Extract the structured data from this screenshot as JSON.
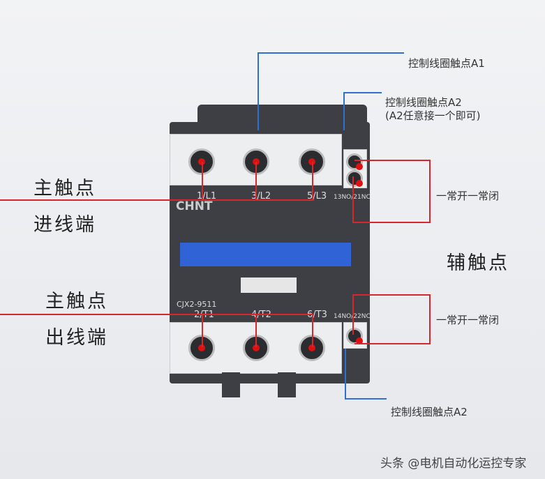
{
  "labels": {
    "a1": "控制线圈触点A1",
    "a2_top": "控制线圈触点A2",
    "a2_note": "(A2任意接一个即可)",
    "main_in_1": "主触点",
    "main_in_2": "进线端",
    "main_out_1": "主触点",
    "main_out_2": "出线端",
    "aux": "辅触点",
    "aux_upper": "一常开一常闭",
    "aux_lower": "一常开一常闭",
    "a2_bottom": "控制线圈触点A2"
  },
  "device": {
    "brand": "CHNT",
    "model": "CJX2-9511",
    "top_marks": [
      "1/L1",
      "3/L2",
      "5/L3",
      "13NO/21NC"
    ],
    "bottom_marks": [
      "2/T1",
      "4/T2",
      "6/T3",
      "14NO/22NC"
    ]
  },
  "watermark": "头条 @电机自动化运控专家"
}
